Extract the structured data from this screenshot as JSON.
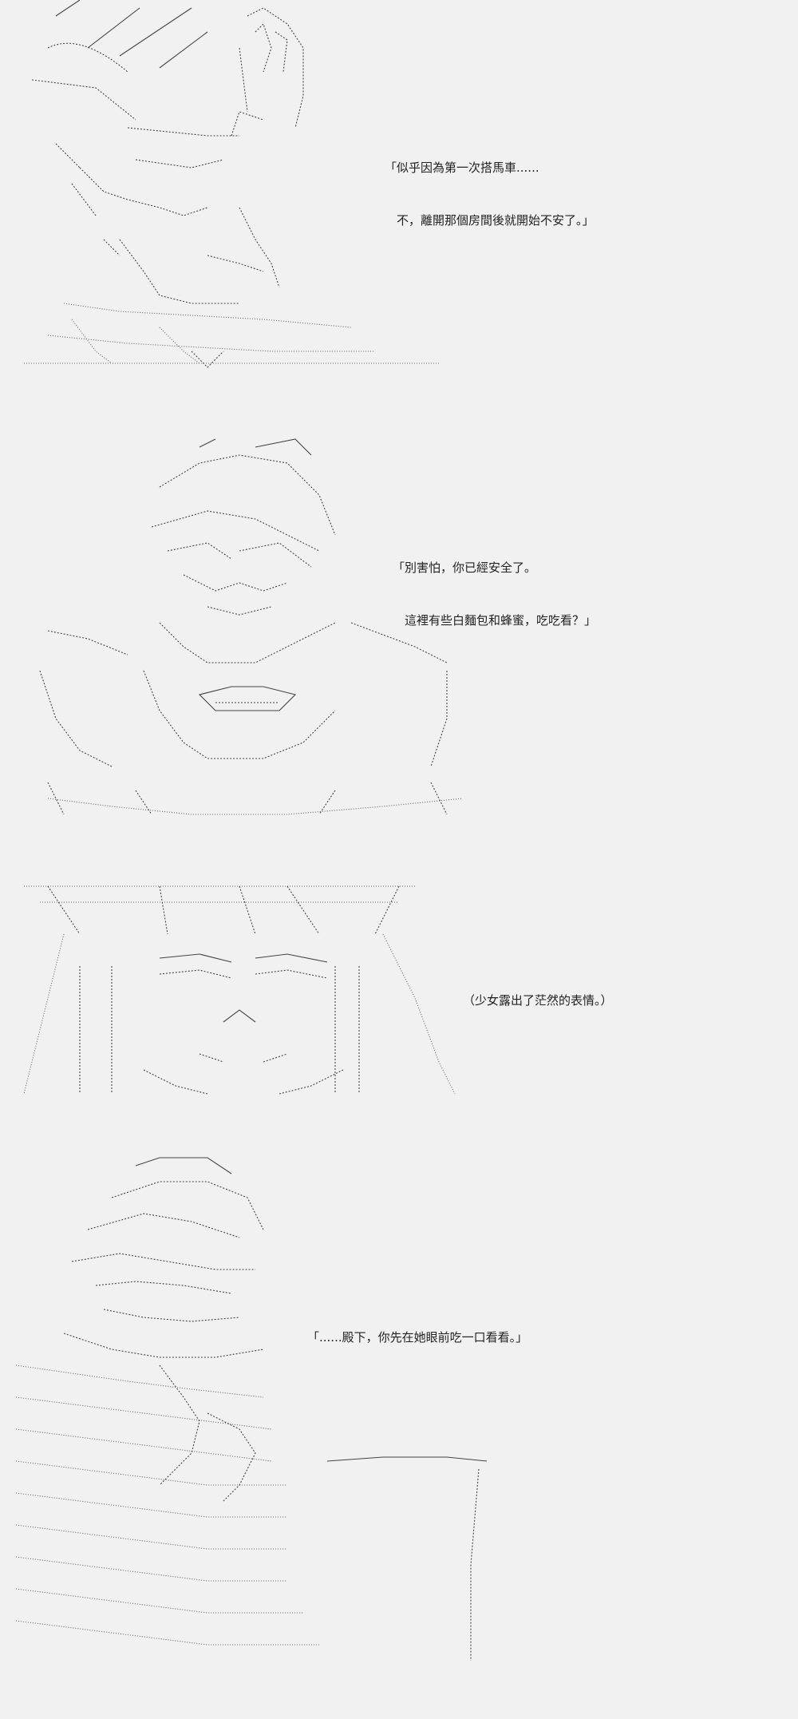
{
  "panels": [
    {
      "id": "panel-1",
      "lines": [
        "「似乎因為第一次搭馬車......",
        "　不，離開那個房間後就開始不安了。」"
      ]
    },
    {
      "id": "panel-2",
      "lines": [
        "「別害怕，你已經安全了。",
        "　這裡有些白麵包和蜂蜜，吃吃看？」"
      ]
    },
    {
      "id": "panel-3",
      "lines": [
        "（少女露出了茫然的表情。）"
      ]
    },
    {
      "id": "panel-4",
      "lines": [
        "「......殿下，你先在她眼前吃一口看看。」"
      ]
    }
  ]
}
